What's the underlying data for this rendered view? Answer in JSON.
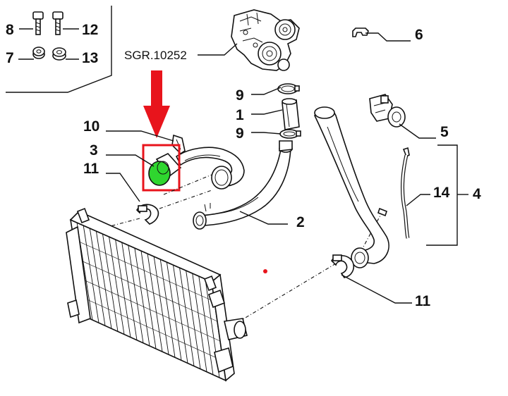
{
  "diagram": {
    "sgr_code": "SGR.10252",
    "labels": {
      "p8": "8",
      "p12": "12",
      "p7": "7",
      "p13": "13",
      "p6": "6",
      "p9a": "9",
      "p1": "1",
      "p9b": "9",
      "p10": "10",
      "p3": "3",
      "p11a": "11",
      "p2": "2",
      "p5": "5",
      "p14": "14",
      "p4": "4",
      "p11b": "11"
    },
    "colors": {
      "highlight_box": "#e8141c",
      "arrow": "#e8141c",
      "highlighted_part": "#2fd62f",
      "dot": "#e8141c",
      "ink": "#111111"
    }
  }
}
